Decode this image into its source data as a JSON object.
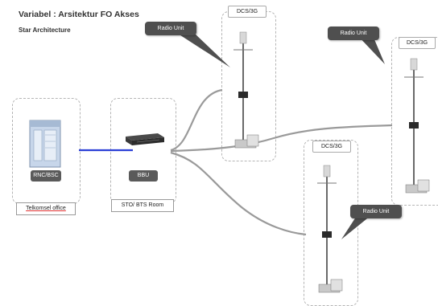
{
  "header": {
    "title": "Variabel : Arsitektur FO Akses",
    "subtitle": "Star Architecture"
  },
  "nodes": {
    "rnc": {
      "tag": "RNC/BSC",
      "label": "Telkomsel office"
    },
    "bbu": {
      "tag": "BBU",
      "label": "STO/ BTS Room"
    }
  },
  "sites": [
    {
      "label": "DCS/3G"
    },
    {
      "label": "DCS/3G"
    },
    {
      "label": "DCS/3G"
    }
  ],
  "callouts": [
    {
      "label": "Radio Unit"
    },
    {
      "label": "Radio Unit"
    },
    {
      "label": "Radio Unit"
    }
  ],
  "colors": {
    "fiber_link": "#2b3fd6",
    "radio_link": "#9a9a9a",
    "tag_bg": "#5a5a5a"
  }
}
